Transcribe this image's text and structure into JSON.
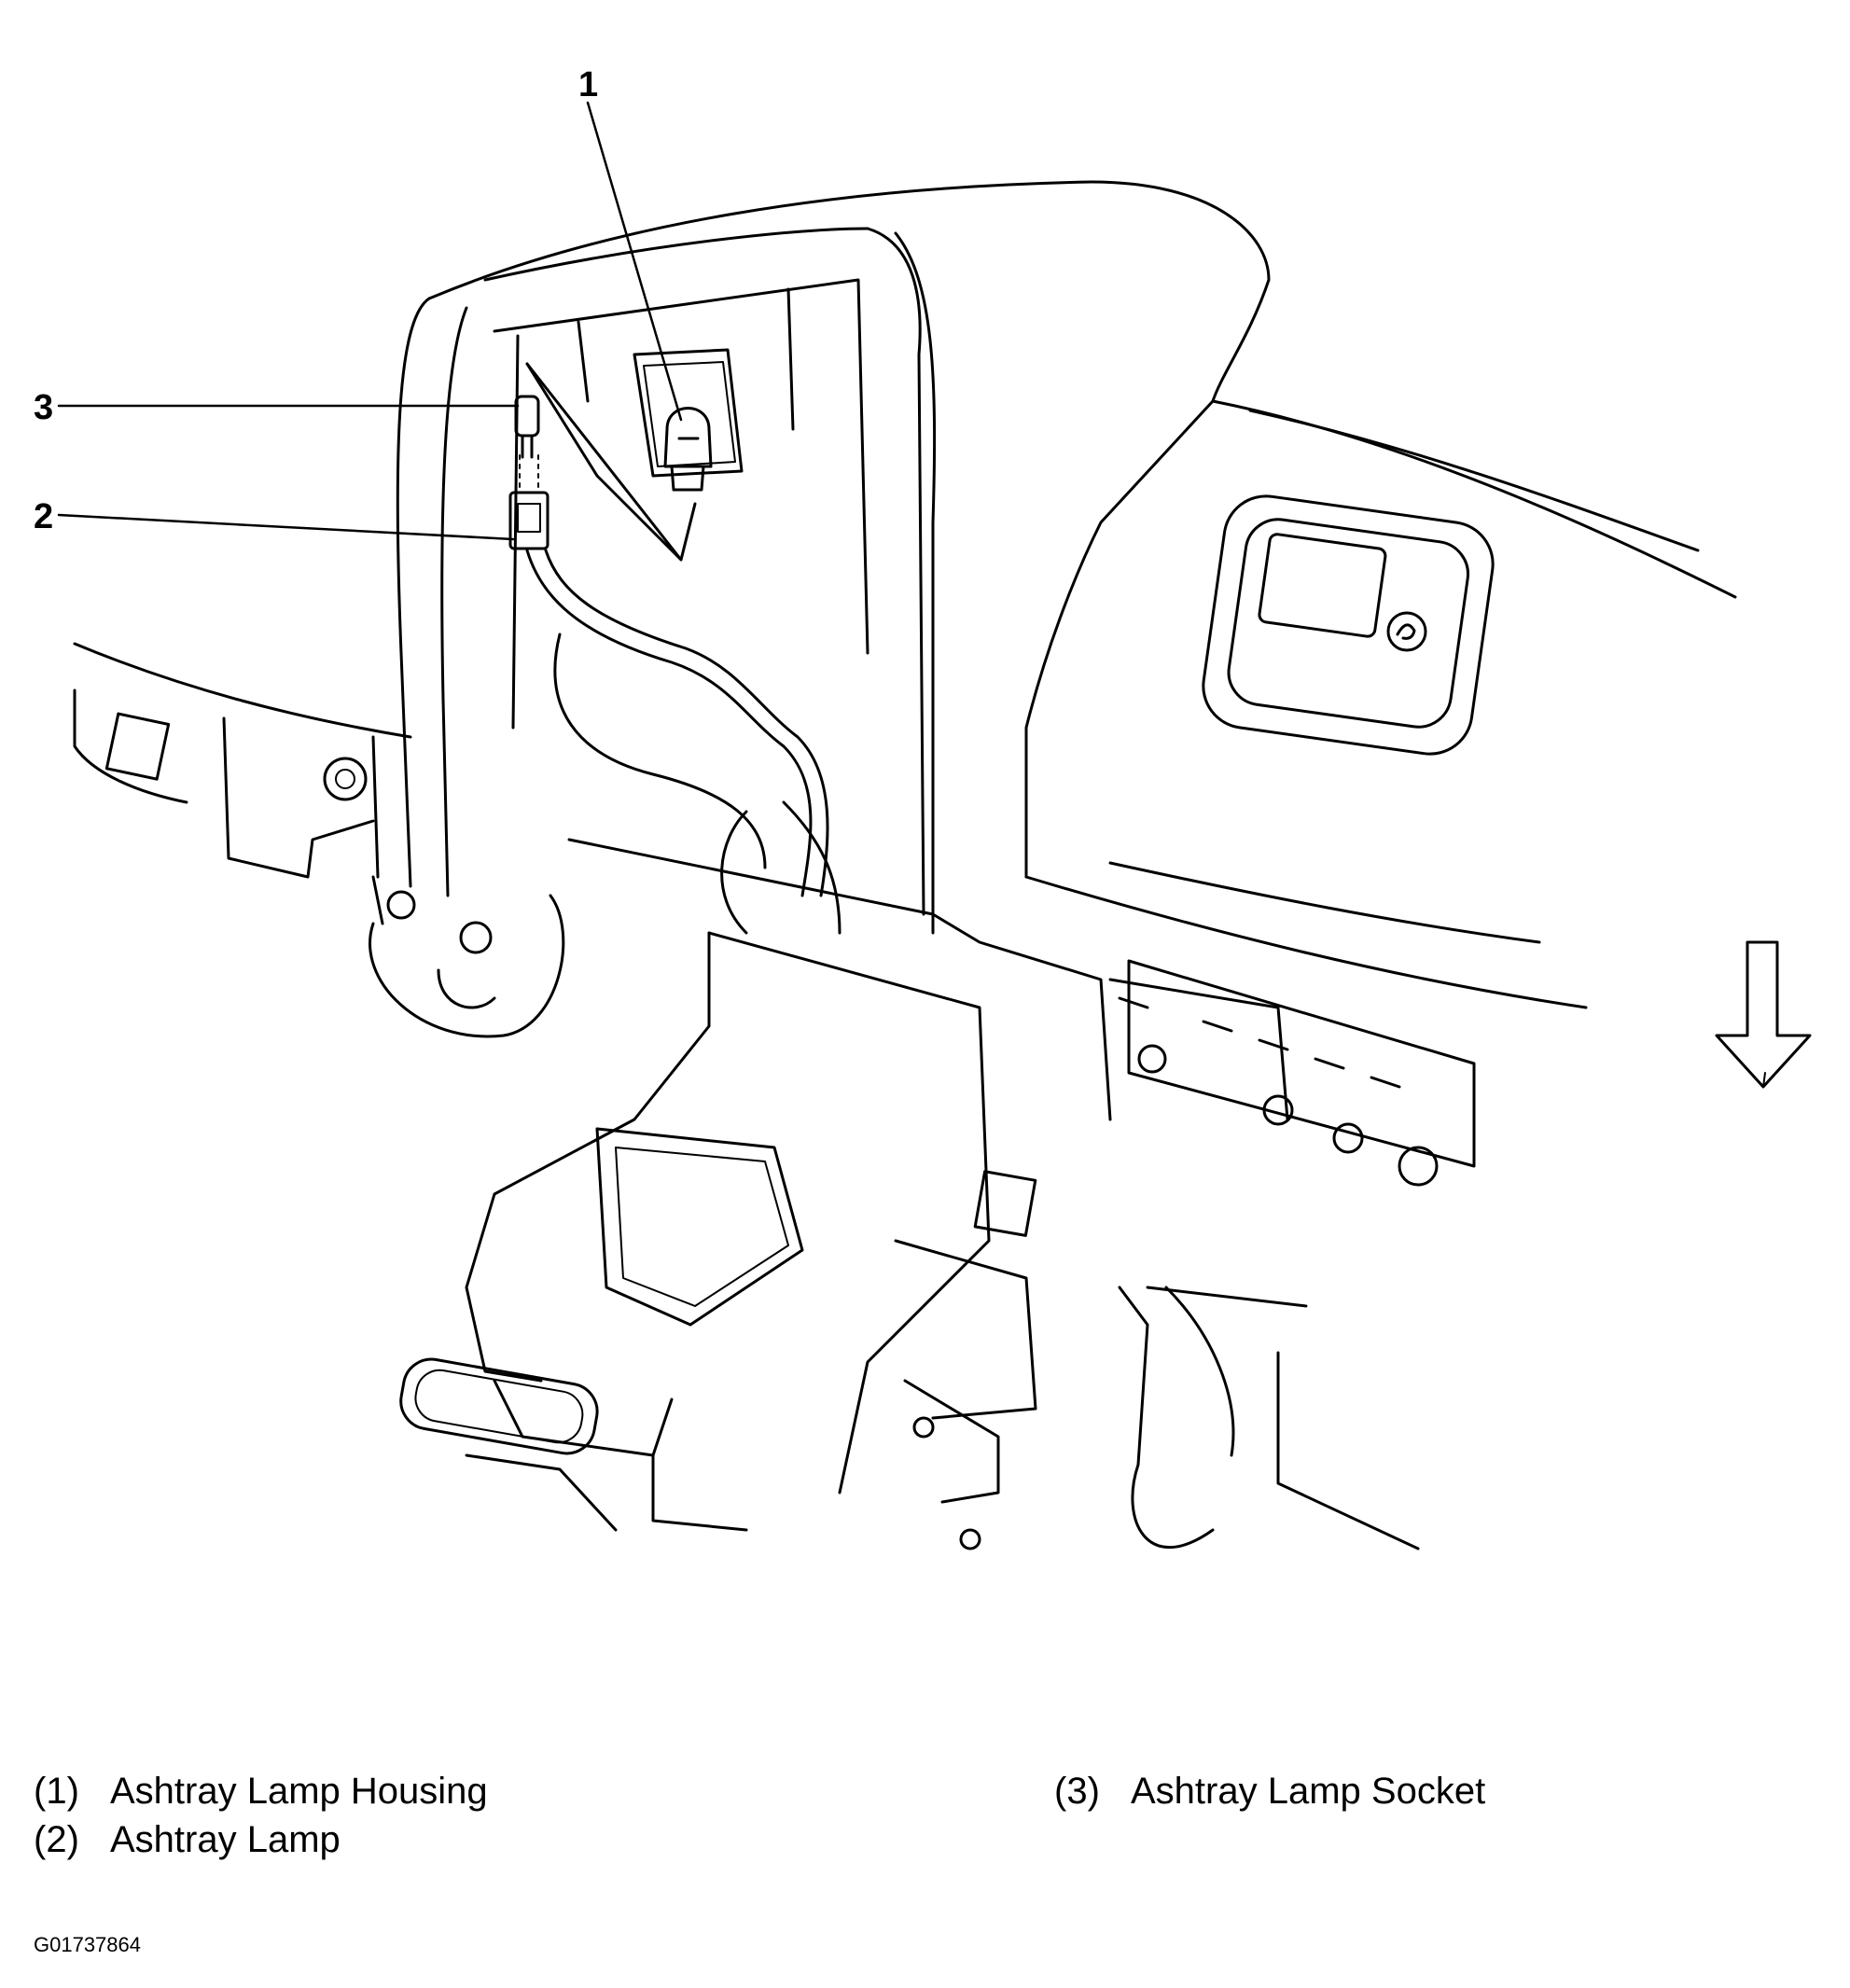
{
  "callouts": [
    {
      "number": "1",
      "name": "ashtray-lamp-housing"
    },
    {
      "number": "2",
      "name": "ashtray-lamp"
    },
    {
      "number": "3",
      "name": "ashtray-lamp-socket"
    }
  ],
  "legend": {
    "items": [
      {
        "num": "(1)",
        "label": "Ashtray Lamp Housing"
      },
      {
        "num": "(2)",
        "label": "Ashtray Lamp"
      },
      {
        "num": "(3)",
        "label": "Ashtray Lamp Socket"
      }
    ]
  },
  "figure_id": "G01737864",
  "direction_arrow": {
    "icon": "down-arrow-icon",
    "direction": "down"
  },
  "colors": {
    "line": "#000000",
    "background": "#ffffff"
  }
}
